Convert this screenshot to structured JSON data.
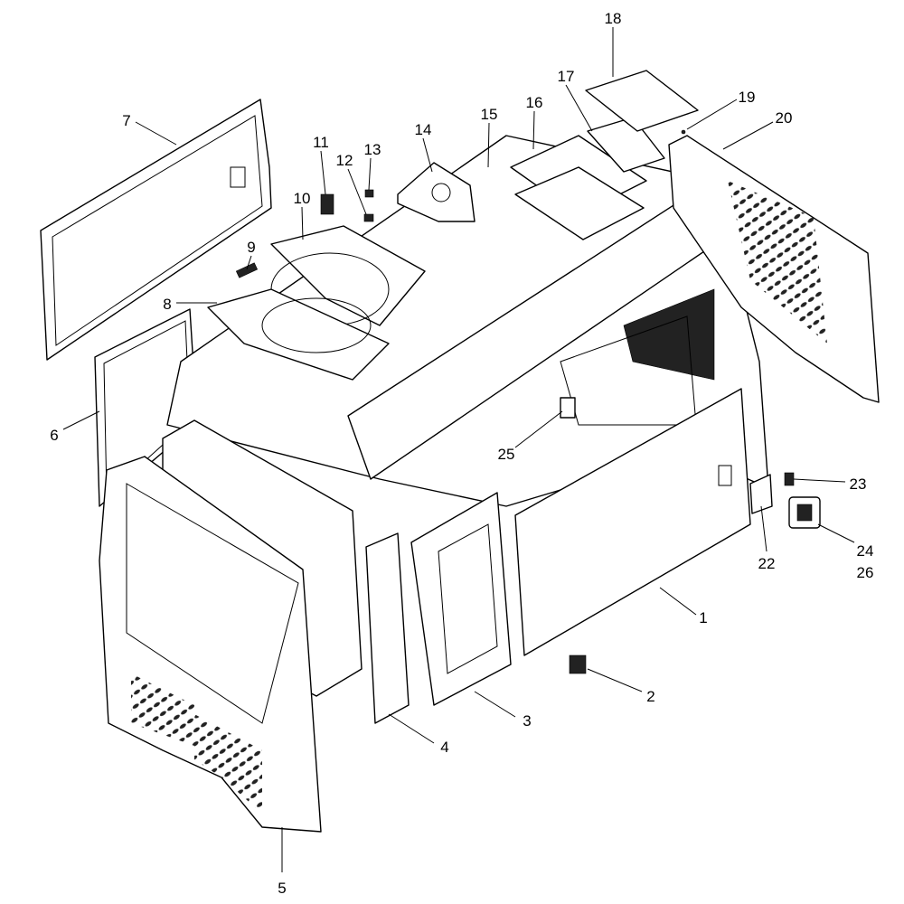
{
  "diagram": {
    "type": "exploded-parts-view",
    "callouts": [
      "1",
      "2",
      "3",
      "4",
      "5",
      "6",
      "7",
      "8",
      "9",
      "10",
      "11",
      "12",
      "13",
      "14",
      "15",
      "16",
      "17",
      "18",
      "19",
      "20",
      "22",
      "23",
      "24",
      "26",
      "25"
    ]
  }
}
